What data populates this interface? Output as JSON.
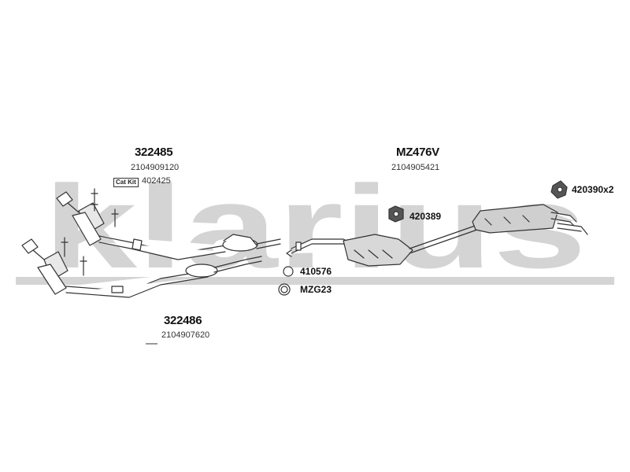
{
  "watermark": {
    "text": "klarius",
    "color": "#d4d4d4"
  },
  "groups": [
    {
      "main": "322485",
      "sub": "2104909120"
    },
    {
      "main": "MZ476V",
      "sub": "2104905421"
    },
    {
      "main": "322486",
      "sub": "2104907620"
    }
  ],
  "parts": {
    "kit_badge": "Cat Kit",
    "kit": "402425",
    "mount_a": "420390x2",
    "mount_b": "420389",
    "ring": "410576",
    "clamp": "MZG23"
  },
  "colors": {
    "line": "#333333",
    "fill": "#ffffff",
    "shade": "#9a9a9a"
  }
}
